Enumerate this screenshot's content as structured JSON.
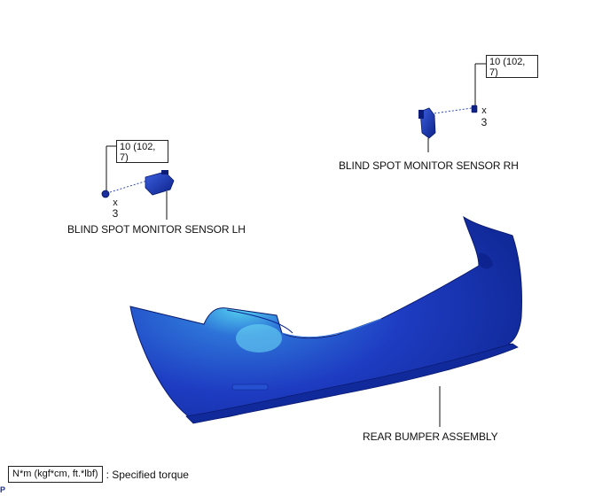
{
  "parts": {
    "sensor_rh": {
      "label": "BLIND SPOT MONITOR SENSOR RH",
      "torque": "10 (102, 7)",
      "qty_prefix": "x",
      "qty": "3"
    },
    "sensor_lh": {
      "label": "BLIND SPOT MONITOR SENSOR LH",
      "torque": "10 (102, 7)",
      "qty_prefix": "x",
      "qty": "3"
    },
    "bumper": {
      "label": "REAR BUMPER ASSEMBLY"
    }
  },
  "legend": {
    "unit": "N*m (kgf*cm, ft.*lbf)",
    "description": ": Specified torque"
  },
  "figure_id": "P",
  "colors": {
    "part_blue": "#1f3fbf",
    "part_dark": "#0c1f80",
    "highlight": "#4fc2e8"
  }
}
